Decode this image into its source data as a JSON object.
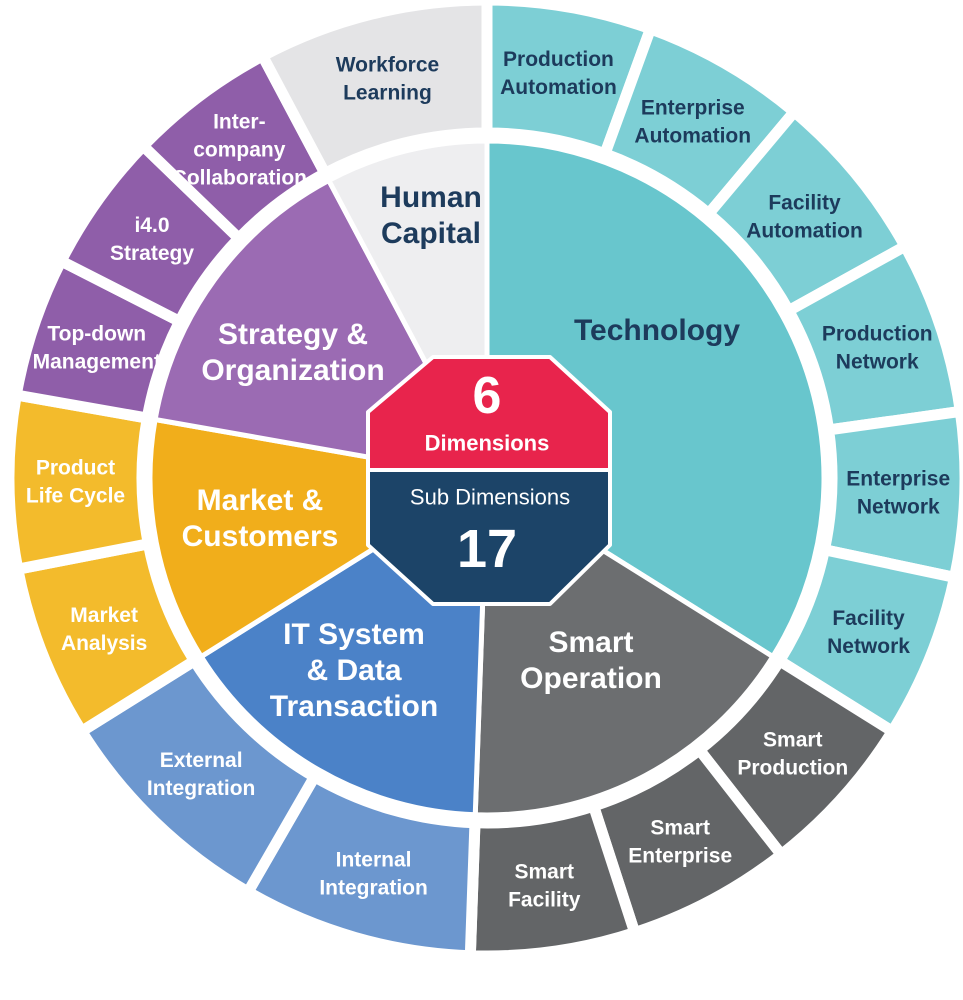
{
  "colors": {
    "technology": "#68c6cd",
    "technology_sub": "#7dcfd5",
    "technology_text": "#1d3b5c",
    "smart_operation": "#6c6e70",
    "smart_operation_sub": "#636567",
    "it_system": "#4b82c8",
    "it_system_sub": "#6c97cf",
    "market": "#f1ae1b",
    "market_sub": "#f3bb2c",
    "strategy": "#9b6bb3",
    "strategy_sub": "#8f5ea9",
    "human_capital": "#eeeef0",
    "human_capital_sub": "#e4e4e6",
    "dark_text": "#1d3b5c",
    "light_text": "#ffffff",
    "center_top": "#e8244c",
    "center_bottom": "#1c4468",
    "separator": "#ffffff"
  },
  "center": {
    "count_dimensions": "6",
    "label_dimensions": "Dimensions",
    "label_sub": "Sub Dimensions",
    "count_sub": "17"
  },
  "dimensions": [
    {
      "id": "technology",
      "name": "Technology",
      "subs": [
        "Production Automation",
        "Enterprise Automation",
        "Facility Automation",
        "Production Network",
        "Enterprise Network",
        "Facility Network"
      ]
    },
    {
      "id": "smart_operation",
      "name": "Smart Operation",
      "subs": [
        "Smart Production",
        "Smart Enterprise",
        "Smart Facility"
      ]
    },
    {
      "id": "it_system",
      "name": "IT System & Data Transaction",
      "subs": [
        "Internal Integration",
        "External Integration"
      ]
    },
    {
      "id": "market",
      "name": "Market & Customers",
      "subs": [
        "Market Analysis",
        "Product Life Cycle"
      ]
    },
    {
      "id": "strategy",
      "name": "Strategy & Organization",
      "subs": [
        "Top-down Management",
        "i4.0 Strategy",
        "Inter-company Collaboration"
      ]
    },
    {
      "id": "human_capital",
      "name": "Human Capital",
      "subs": [
        "Workforce Learning"
      ]
    }
  ]
}
